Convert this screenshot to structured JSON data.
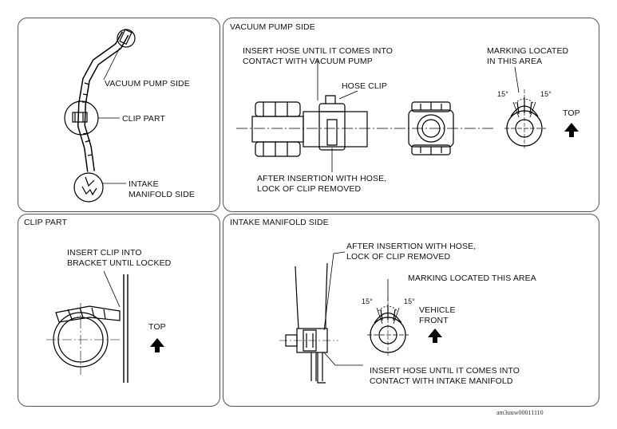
{
  "panels": {
    "overview": {
      "vacuum_pump_side": "VACUUM PUMP SIDE",
      "clip_part": "CLIP PART",
      "intake_manifold_side": "INTAKE\nMANIFOLD SIDE"
    },
    "vacuum_pump": {
      "title": "VACUUM PUMP SIDE",
      "insert_hose": "INSERT HOSE UNTIL IT COMES INTO\nCONTACT WITH VACUUM PUMP",
      "hose_clip": "HOSE CLIP",
      "marking": "MARKING LOCATED\nIN THIS AREA",
      "angle_left": "15°",
      "angle_right": "15°",
      "top": "TOP",
      "after_insertion": "AFTER INSERTION WITH HOSE,\nLOCK OF CLIP REMOVED"
    },
    "clip_part": {
      "title": "CLIP PART",
      "insert_clip": "INSERT CLIP INTO\nBRACKET UNTIL LOCKED",
      "top": "TOP"
    },
    "intake_manifold": {
      "title": "INTAKE MANIFOLD SIDE",
      "after_insertion": "AFTER INSERTION WITH HOSE,\nLOCK OF CLIP REMOVED",
      "marking": "MARKING LOCATED THIS AREA",
      "angle_left": "15°",
      "angle_right": "15°",
      "vehicle_front": "VEHICLE\nFRONT",
      "insert_hose": "INSERT HOSE UNTIL IT COMES INTO\nCONTACT WITH INTAKE MANIFOLD"
    }
  },
  "figure_code": "am3uuw00011110"
}
